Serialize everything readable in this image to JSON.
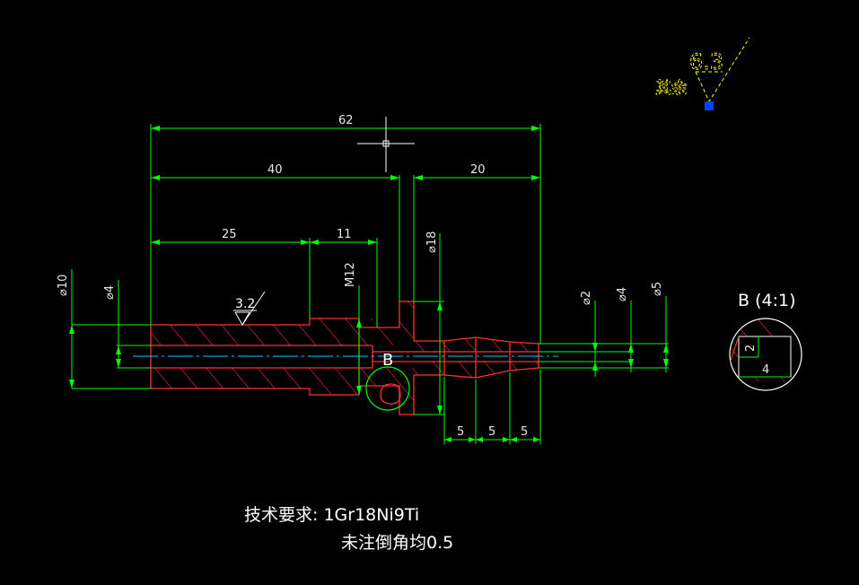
{
  "colors": {
    "background": "#000000",
    "outline": "#ff3030",
    "dimension": "#00ff00",
    "text": "#ffffff",
    "centerline": "#00c8ff",
    "symbol": "#ffff00",
    "grip": "#0040ff"
  },
  "dimensions": {
    "overall_length": "62",
    "left_length": "40",
    "right_length": "20",
    "hole_depth": "25",
    "thread_length": "11",
    "dia_10": "⌀10",
    "dia_4_left": "⌀4",
    "thread": "M12",
    "dia_18": "⌀18",
    "dia_2": "⌀2",
    "dia_4_right": "⌀4",
    "dia_5": "⌀5",
    "barb_1": "5",
    "barb_2": "5",
    "barb_3": "5"
  },
  "surface": {
    "roughness_main": "3.2",
    "roughness_rest": "6.3",
    "rest_label": "其余"
  },
  "detail": {
    "marker": "B",
    "title": "B (4:1)",
    "width": "4",
    "height": "2"
  },
  "notes": {
    "line1": "技术要求: 1Gr18Ni9Ti",
    "line2": "未注倒角均0.5"
  }
}
